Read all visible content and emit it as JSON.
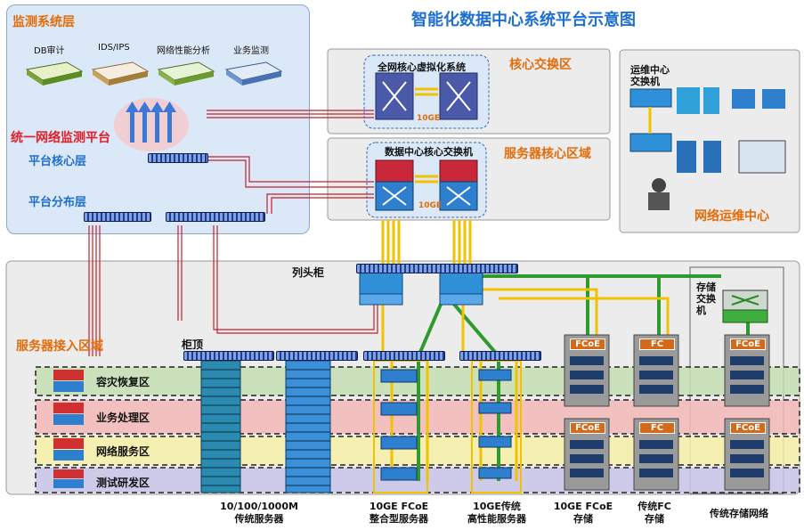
{
  "title": "智能化数据中心系统平台示意图",
  "monitor": {
    "region_label": "监测系统层",
    "tools": [
      "DB审计",
      "IDS/IPS",
      "网络性能分析",
      "业务监测"
    ],
    "platform_label": "统一网络监测平台",
    "core_layer_label": "平台核心层",
    "dist_layer_label": "平台分布层"
  },
  "core_exchange": {
    "region_label": "核心交换区",
    "system_label": "全网核心虚拟化系统",
    "link_label": "10GE"
  },
  "server_core": {
    "region_label": "服务器核心区域",
    "switch_label": "数据中心核心交换机",
    "link_label": "10GE"
  },
  "ops_center": {
    "region_label": "网络运维中心",
    "switch_label": "运维中心交换机"
  },
  "access": {
    "region_label": "服务器接入区域",
    "column_head_label": "列头柜",
    "cabinet_top_label": "柜顶",
    "storage_switch_label": "存储交换机",
    "zones": [
      "容灾恢复区",
      "业务处理区",
      "网络服务区",
      "测试研发区"
    ],
    "zone_colors": [
      "#c6dfb4",
      "#f4b8b8",
      "#f7f0a8",
      "#c9c6ea"
    ],
    "storage_tags": {
      "fcoe": "FCoE",
      "fc": "FC"
    },
    "captions": [
      "10/100/1000M\n传统服务器",
      "10GE FCoE\n整合型服务器",
      "10GE传统\n高性能服务器",
      "10GE FCoE\n存储",
      "传统FC\n存储",
      "传统存储网络"
    ]
  },
  "colors": {
    "title_blue": "#1f6fd0",
    "orange": "#e36c09",
    "red_label": "#e0202a",
    "panel_blue": "#dbe8f7",
    "panel_gray": "#ececec",
    "link_red": "#c0202a",
    "link_green": "#2e9b2e",
    "link_yellow": "#f2c200"
  }
}
